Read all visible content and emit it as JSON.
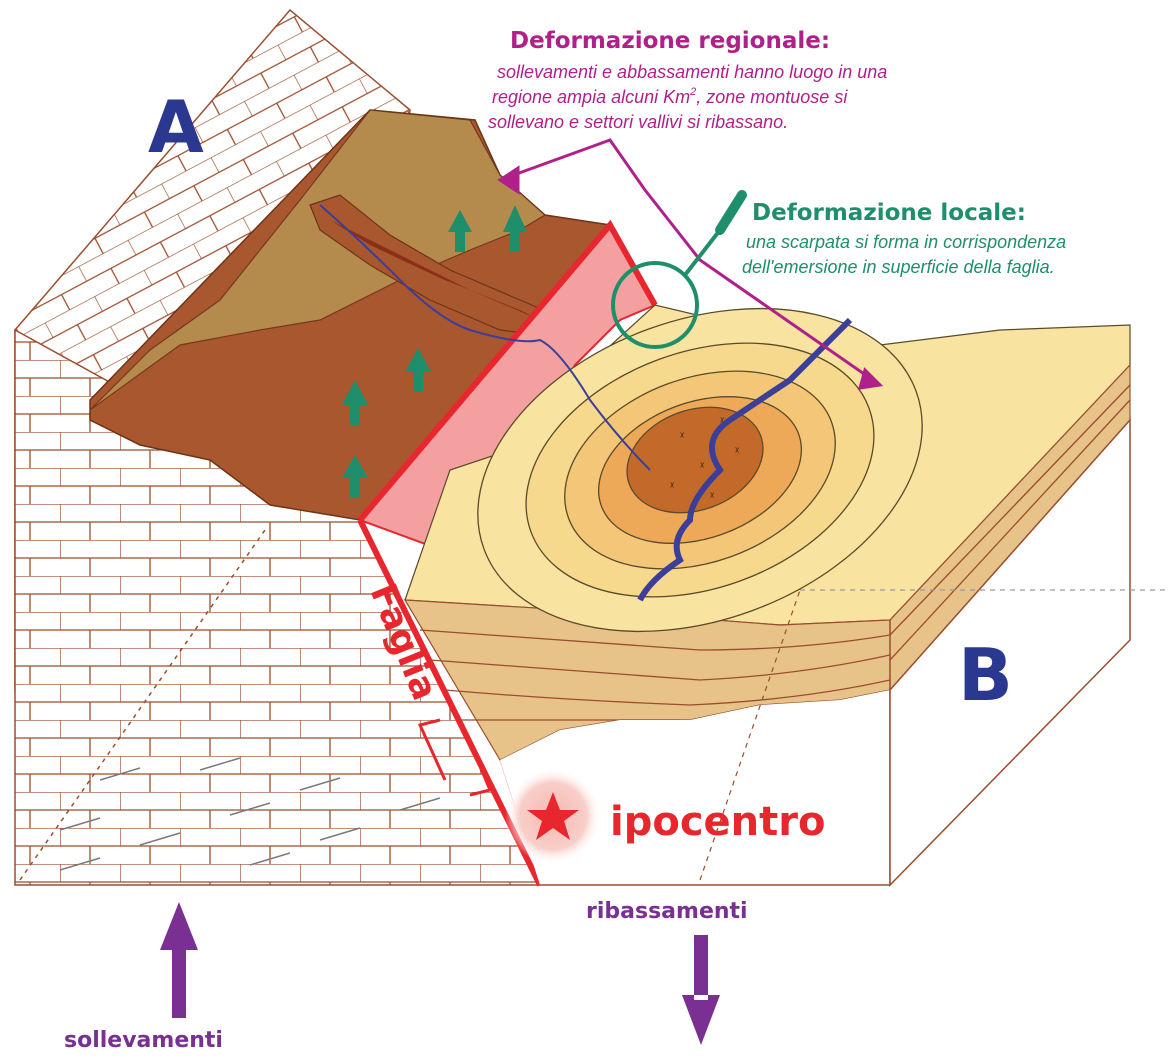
{
  "colors": {
    "block_letters": "#2b3890",
    "regional": "#b0208a",
    "local": "#1e8f6a",
    "fault": "#e8262d",
    "vertical_motion": "#7a2f93",
    "uplift_block": "#a9572f",
    "uplift_top": "#b69553",
    "plain_light": "#f8e3a1",
    "plain_mid": "#f3c777",
    "plain_dark": "#eda958",
    "centre": "#c36a2b",
    "river": "#3b3f9a",
    "rock_lines": "#9b4d2c"
  },
  "labels": {
    "block_a": "A",
    "block_b": "B",
    "fault": "Faglia",
    "hypocentre": "ipocentro",
    "uplift": "sollevamenti",
    "subsidence": "ribassamenti"
  },
  "regional": {
    "title": "Deformazione regionale:",
    "line1": "sollevamenti e abbassamenti hanno luogo in una",
    "line2_pre": "regione ampia alcuni Km",
    "line2_sup": "2",
    "line2_post": ", zone montuose si",
    "line3": "sollevano e settori vallivi si ribassano."
  },
  "local": {
    "title": "Deformazione locale:",
    "line1": "una scarpata si forma in corrispondenza",
    "line2": "dell'emersione in superficie della faglia."
  },
  "icons": {
    "uplift_arrows": "up-arrow-icon",
    "magnifier": "magnifier-icon",
    "star": "star-icon"
  }
}
